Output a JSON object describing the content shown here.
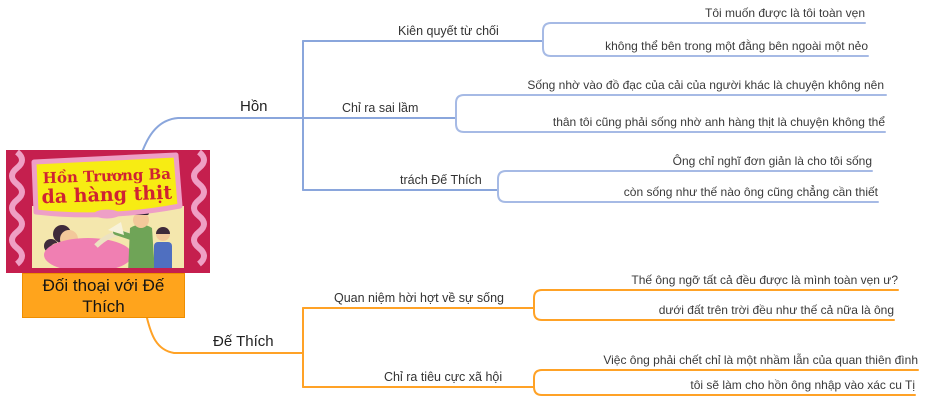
{
  "root": {
    "label": "Đối thoại với Đế Thích",
    "poster": {
      "title_line1": "Hồn Trương Ba",
      "title_line2": "da hàng thịt"
    }
  },
  "branches": [
    {
      "label": "Hồn",
      "color": "#8aa6dc",
      "children": [
        {
          "label": "Kiên quyết từ chối",
          "leaves": [
            "Tôi muốn được là tôi toàn vẹn",
            "không thể bên trong một đằng bên ngoài một nẻo"
          ]
        },
        {
          "label": "Chỉ ra sai lầm",
          "leaves": [
            "Sống nhờ vào đồ đạc của cải của người khác là chuyện không nên",
            "thân tôi cũng phải sống nhờ anh hàng thịt là chuyện không thể"
          ]
        },
        {
          "label": "trách Đế Thích",
          "leaves": [
            "Ông chỉ nghĩ đơn giản là cho tôi sống",
            "còn sống như thế nào ông cũng chẳng cần thiết"
          ]
        }
      ]
    },
    {
      "label": "Đế Thích",
      "color": "#ffa226",
      "children": [
        {
          "label": "Quan niệm hời hợt về sự sống",
          "leaves": [
            "Thế ông ngỡ tất cả đều được là mình toàn vẹn ư?",
            "dưới đất trên trời đều như thế cả nữa là ông"
          ]
        },
        {
          "label": "Chỉ ra tiêu cực xã hội",
          "leaves": [
            "Việc ông phải chết chỉ là một nhầm lẫn của quan thiên đình",
            "tôi sẽ làm cho hồn ông nhập vào xác cu Tị"
          ]
        }
      ]
    }
  ],
  "colors": {
    "branch_hon": "#8aa6dc",
    "branch_hon_leaf": "#a6bae5",
    "branch_de_thich": "#ffa226",
    "root_box_fill": "#ffa41c",
    "root_box_border": "#ef8e00",
    "poster_background": "#c51f4e",
    "poster_banner": "#f7ec13",
    "poster_banner_edge": "#ee9fc6",
    "poster_title_red": "#cf2233",
    "text": "#3a3a3a"
  }
}
